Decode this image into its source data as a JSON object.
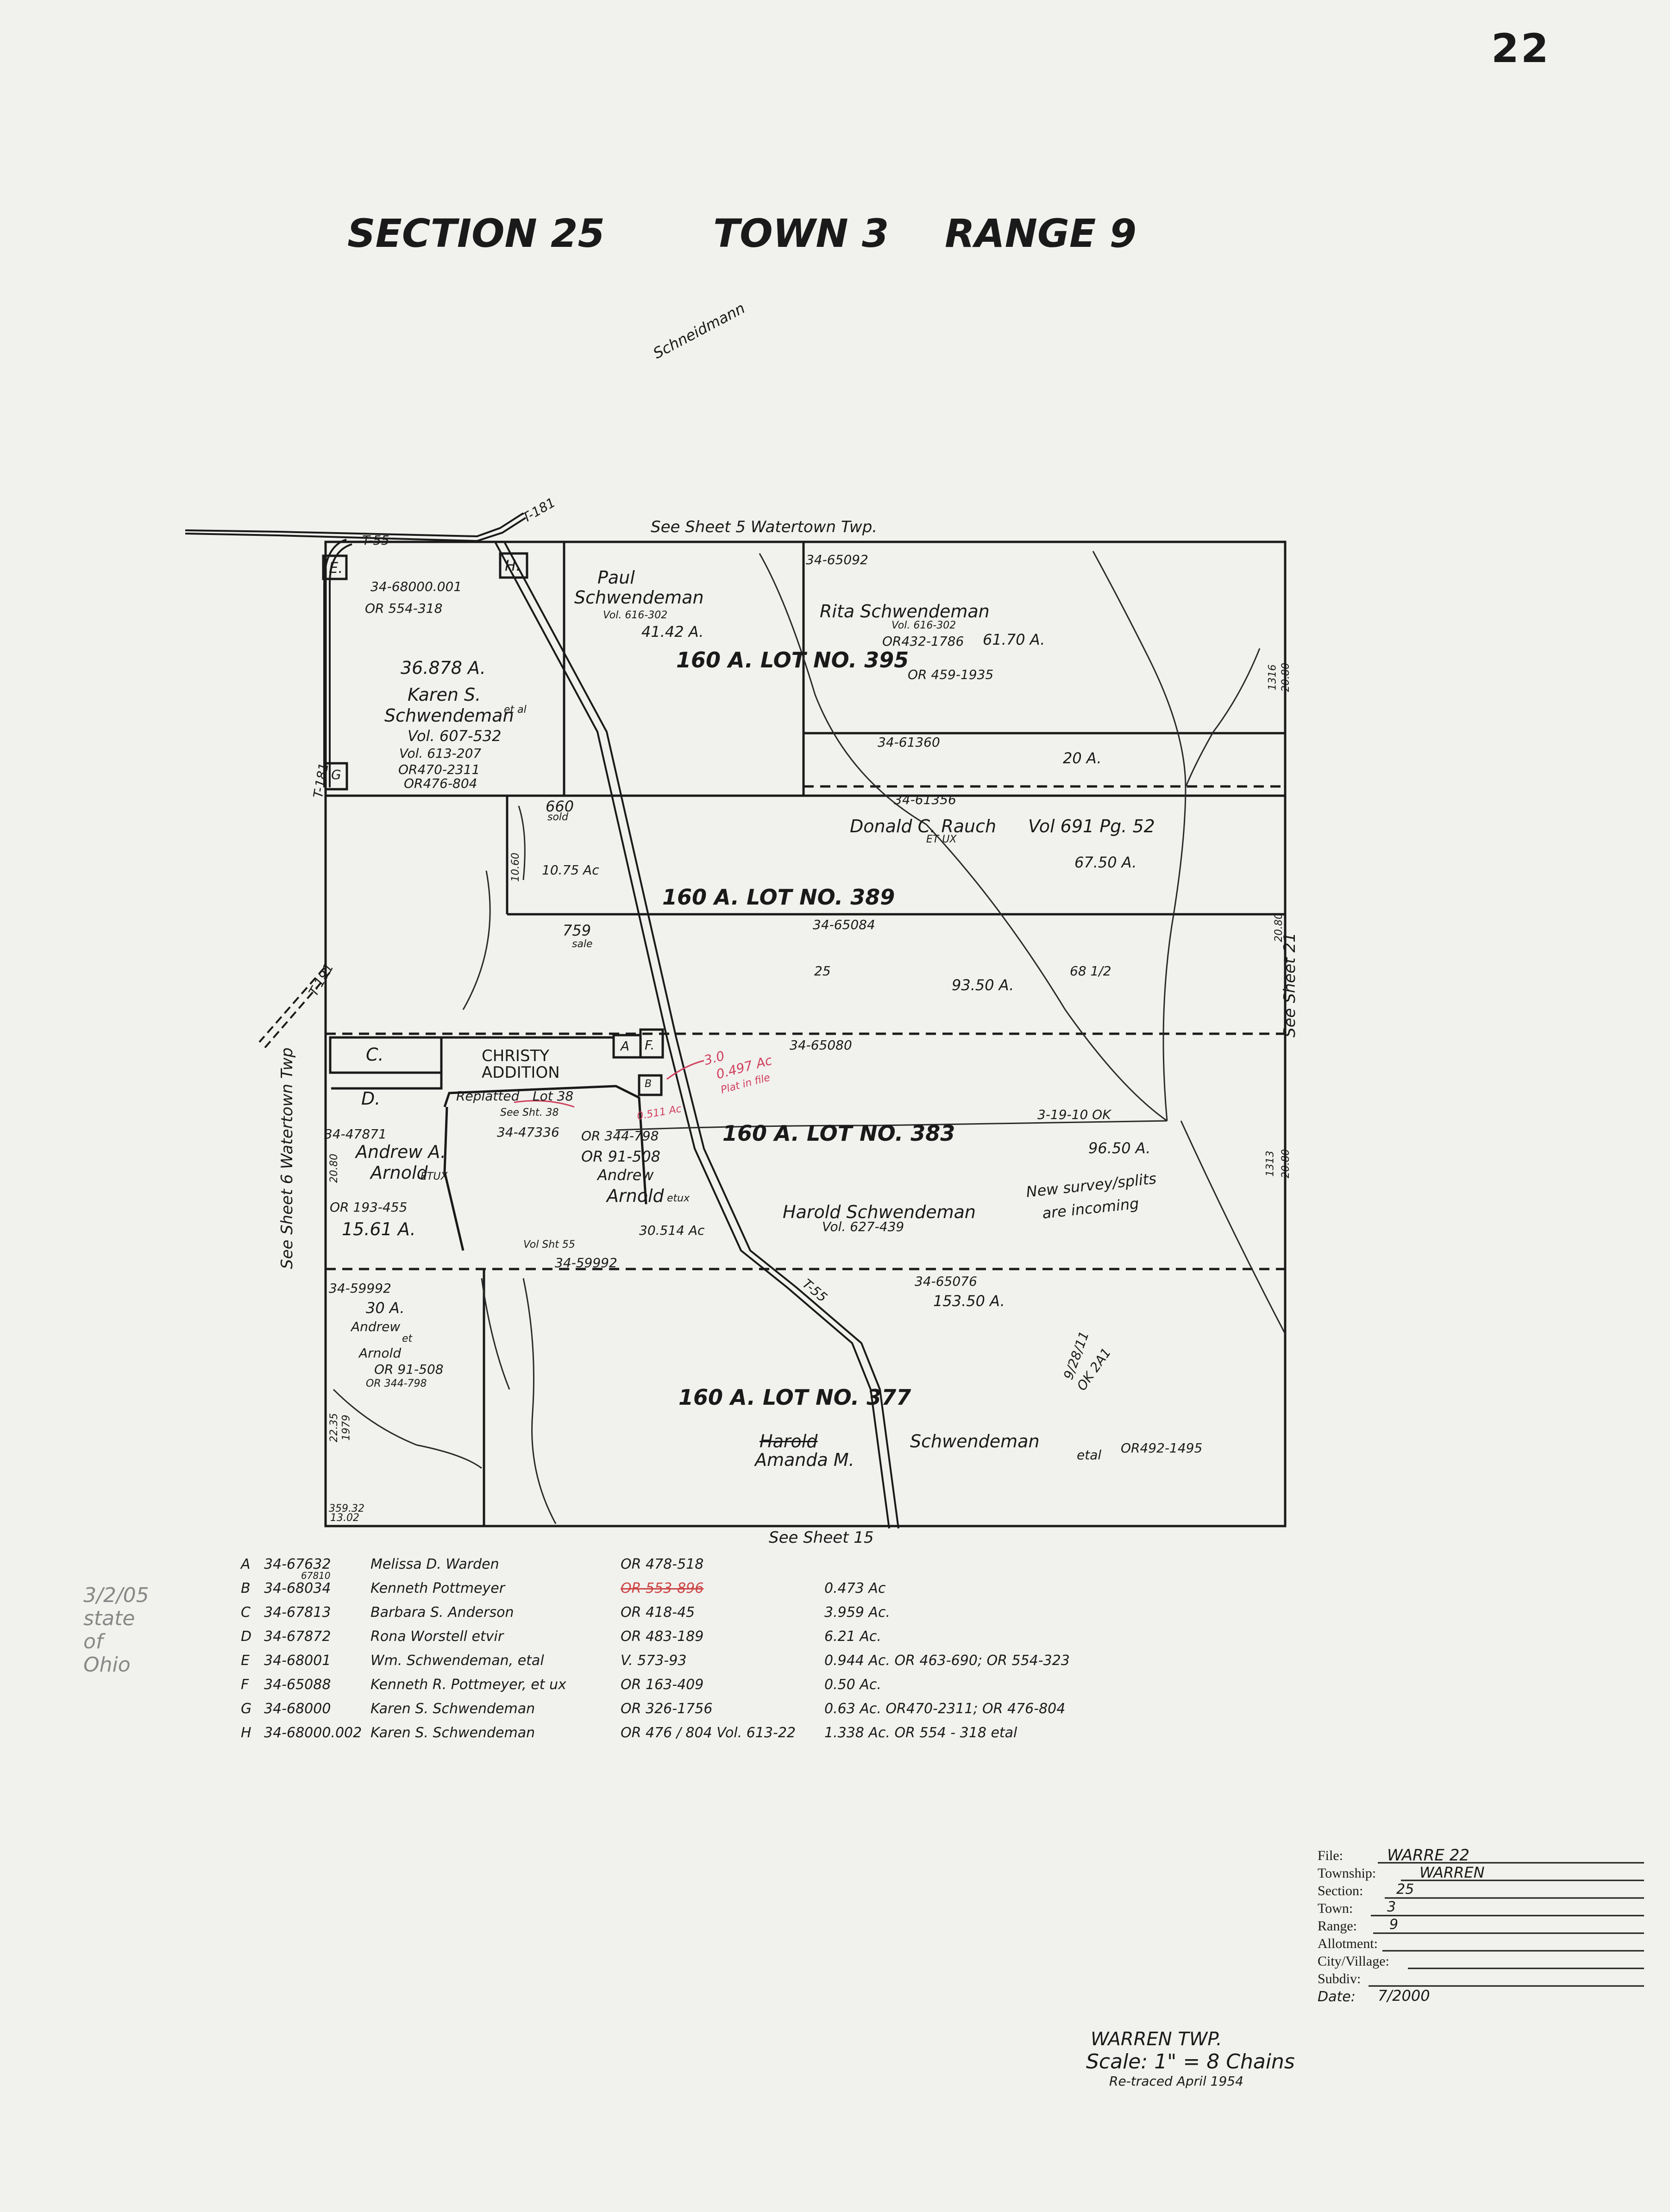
{
  "sheet_number": "22",
  "title": {
    "section": "SECTION 25",
    "town": "TOWN 3",
    "range": "RANGE 9"
  },
  "annotations": {
    "top_handwriting": "Schneidmann",
    "see_sheet_top": "See Sheet 5 Watertown Twp.",
    "see_sheet_bottom": "See Sheet 15",
    "see_sheet_right": "See Sheet 21",
    "see_sheet_left": "See Sheet 6 Watertown Twp",
    "road_t181_top": "T-181",
    "road_t55_top": "T-55",
    "road_t181_left": "T-181",
    "road_t191_left": "T-191",
    "road_t55_mid": "T-55",
    "margin_note_left": [
      "3/2/05",
      "state",
      "of",
      "Ohio"
    ]
  },
  "map_labels": {
    "lot_395": "160 A. LOT NO. 395",
    "lot_389": "160 A. LOT NO. 389",
    "lot_383": "160 A. LOT NO. 383",
    "lot_377": "160 A. LOT NO. 377",
    "parcel_e": "E.",
    "parcel_h": "H.",
    "parcel_g": "G",
    "parcel_c": "C.",
    "parcel_d": "D.",
    "parcel_a": "A",
    "parcel_f": "F.",
    "parcel_b": "B",
    "christy_addition": "CHRISTY ADDITION",
    "replatted": "Replatted",
    "see_sht_38": "See Sht. 38",
    "lot_38": "Lot 38",
    "karen_parcel_id": "34-68000.001",
    "karen_or": "OR 554-318",
    "karen_acres": "36.878 A.",
    "karen_name1": "Karen S.",
    "karen_name2": "Schwendeman",
    "karen_etal": "et al",
    "karen_vol1": "Vol. 607-532",
    "karen_vol2": "Vol. 613-207",
    "karen_or2": "OR470-2311",
    "karen_or3": "OR476-804",
    "paul_name1": "Paul",
    "paul_name2": "Schwendeman",
    "paul_vol": "Vol. 616-302",
    "paul_acres": "41.42 A.",
    "rita_id": "34-65092",
    "rita_name": "Rita  Schwendeman",
    "rita_vol": "Vol. 616-302",
    "rita_or": "OR432-1786",
    "rita_acres": "61.70 A.",
    "rita_or2": "OR 459-1935",
    "id_61360": "34-61360",
    "acres_20": "20 A.",
    "id_61356": "34-61356",
    "rauch_name": "Donald C. Rauch",
    "rauch_etux": "ET UX",
    "rauch_vol": "Vol 691  Pg. 52",
    "rauch_acres": "67.50 A.",
    "sold_660": "660",
    "sold_660b": "sold",
    "acres_1075": "10.75 Ac",
    "val_1060": "10.60",
    "sold_759": "759",
    "sold_759b": "sale",
    "id_65084": "34-65084",
    "val_25": "25",
    "acres_9350": "93.50 A.",
    "val_68": "68 1/2",
    "id_65080": "34-65080",
    "red_note1": "3.0",
    "red_note2": "0.497 Ac",
    "red_note3": "Plat in file",
    "red_note4": "0.511 Ac",
    "check_date": "3-19-10 OK",
    "acres_9650": "96.50 A.",
    "new_survey": "New survey/splits",
    "incoming": "are incoming",
    "id_47871": "34-47871",
    "andrew1_name1": "Andrew A.",
    "andrew1_name2": "Arnold",
    "andrew1_etux": "ETUX",
    "andrew1_or": "OR 193-455",
    "andrew1_acres": "15.61 A.",
    "val_2080": "20.80",
    "id_47336": "34-47336",
    "andrew2_or1": "OR 344-798",
    "andrew2_or2": "OR 91-508",
    "andrew2_name1": "Andrew",
    "andrew2_name2": "Arnold",
    "andrew2_etux": "etux",
    "andrew2_acres": "30.514 Ac",
    "vol_sht_55": "Vol  Sht 55",
    "id_59992b": "34-59992",
    "harold_name": "Harold  Schwendeman",
    "harold_vol": "Vol.  627-439",
    "id_65076": "34-65076",
    "acres_15350": "153.50 A.",
    "id_59992": "34-59992",
    "acres_30": "30 A.",
    "andrew3_name": "Andrew",
    "andrew3_et": "et",
    "andrew3_name2": "Arnold",
    "andrew3_or1": "OR 91-508",
    "andrew3_or2": "OR 344-798",
    "val_2235": "22.35",
    "val_1979": "1979",
    "val_1302": "13.02",
    "val_35932": "359.32",
    "harold_struck": "Harold",
    "amanda": "Amanda M.",
    "schwendeman_bottom": "Schwendeman",
    "etal_bottom": "etal",
    "or_bottom": "OR492-1495",
    "handwrite_ok": "9/28/11",
    "handwrite_ok2": "OK 2A1",
    "val_2080r": "20.80",
    "val_1313r": "1313",
    "val_1313r2": "20.80",
    "val_1316r": "1316",
    "val_2080r2": "20.80"
  },
  "legend": [
    {
      "key": "A",
      "id": "34-67632",
      "owner": "Melissa  D. Warden",
      "ref": "OR 478-518",
      "acres": ""
    },
    {
      "key": "B",
      "id": "34-68034",
      "owner": "Kenneth Pottmeyer",
      "ref": "OR 553-896",
      "acres": "0.473 Ac",
      "above": "67810"
    },
    {
      "key": "C",
      "id": "34-67813",
      "owner": "Barbara S. Anderson",
      "ref": "OR 418-45",
      "acres": "3.959 Ac."
    },
    {
      "key": "D",
      "id": "34-67872",
      "owner": "Rona Worstell etvir",
      "ref": "OR 483-189",
      "acres": "6.21 Ac."
    },
    {
      "key": "E",
      "id": "34-68001",
      "owner": "Wm. Schwendeman, etal",
      "ref": "V. 573-93",
      "acres": "0.944 Ac.  OR 463-690; OR 554-323"
    },
    {
      "key": "F",
      "id": "34-65088",
      "owner": "Kenneth R. Pottmeyer, et ux",
      "ref": "OR 163-409",
      "acres": "0.50 Ac."
    },
    {
      "key": "G",
      "id": "34-68000",
      "owner": "Karen S. Schwendeman",
      "ref": "OR 326-1756",
      "acres": "0.63 Ac.   OR470-2311; OR 476-804"
    },
    {
      "key": "H",
      "id": "34-68000.002",
      "owner": "Karen S.  Schwendeman",
      "ref": "OR 476 / 804   Vol. 613-22",
      "acres": "1.338 Ac.  OR 554 - 318 etal"
    }
  ],
  "info_box": {
    "file_label": "File:",
    "file_value": "WARRE 22",
    "township_label": "Township:",
    "township_value": "WARREN",
    "section_label": "Section:",
    "section_value": "25",
    "town_label": "Town:",
    "town_value": "3",
    "range_label": "Range:",
    "range_value": "9",
    "allotment_label": "Allotment:",
    "allotment_value": "",
    "city_label": "City/Village:",
    "city_value": "",
    "subdiv_label": "Subdiv:",
    "subdiv_value": "",
    "date_label": "Date:",
    "date_value": "7/2000"
  },
  "scale_block": {
    "township": "WARREN TWP.",
    "scale": "Scale: 1\" = 8 Chains",
    "retraced": "Re-traced  April 1954"
  }
}
